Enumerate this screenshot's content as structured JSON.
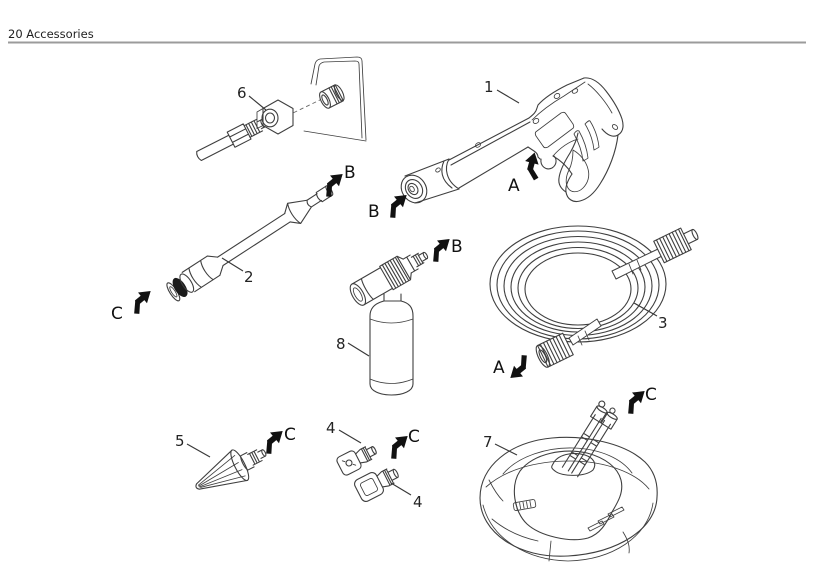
{
  "page": {
    "header": "20 Accessories"
  },
  "diagram": {
    "part_labels": {
      "gun": "1",
      "lance": "2",
      "hose": "3",
      "nozzle_top": "4",
      "nozzle_bottom": "4",
      "dirt_blaster": "5",
      "adapter": "6",
      "surface_cleaner": "7",
      "foam_nozzle": "8"
    },
    "connection_labels": {
      "gun_lock": "A",
      "hose_end": "A",
      "gun_inlet": "B",
      "lance_tip": "B",
      "foam_tip": "B",
      "lance_end": "C",
      "blaster_end": "C",
      "nozzle_end": "C",
      "cleaner_end": "C"
    },
    "colors": {
      "line": "#3f3f3f",
      "arrow": "#111111",
      "rule": "#9b9b9b",
      "background": "#ffffff"
    }
  }
}
